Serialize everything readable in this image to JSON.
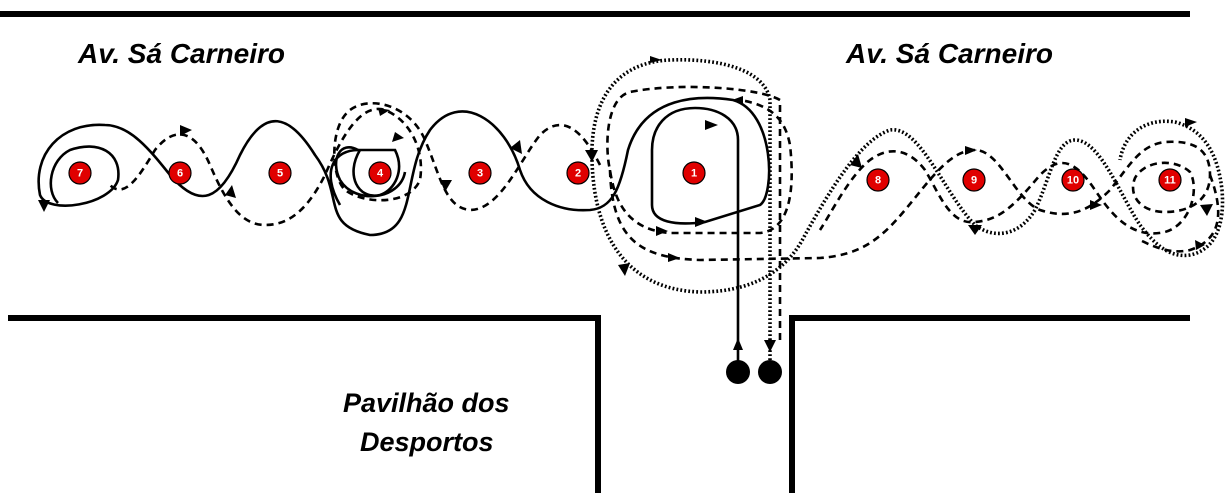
{
  "labels": {
    "street_left": "Av. Sá Carneiro",
    "street_right": "Av. Sá Carneiro",
    "building_line1": "Pavilhão dos",
    "building_line2": "Desportos"
  },
  "cones": [
    {
      "id": "cone-7",
      "label": "7"
    },
    {
      "id": "cone-6",
      "label": "6"
    },
    {
      "id": "cone-5",
      "label": "5"
    },
    {
      "id": "cone-4",
      "label": "4"
    },
    {
      "id": "cone-3",
      "label": "3"
    },
    {
      "id": "cone-2",
      "label": "2"
    },
    {
      "id": "cone-1",
      "label": "1"
    },
    {
      "id": "cone-8",
      "label": "8"
    },
    {
      "id": "cone-9",
      "label": "9"
    },
    {
      "id": "cone-10",
      "label": "10"
    },
    {
      "id": "cone-11",
      "label": "11"
    }
  ],
  "colors": {
    "cone_fill": "#e00000",
    "line": "#000000",
    "background": "#ffffff"
  }
}
